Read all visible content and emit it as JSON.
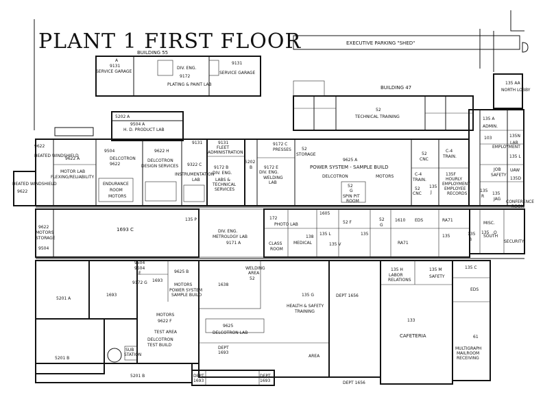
{
  "title": "PLANT 1 FIRST FLOOR",
  "labels": {
    "building55": "BUILDING 55",
    "exec_parking": "EXECUTIVE PARKING \"SHED\"",
    "building47": "BUILDING 47",
    "sg_a_num": "A",
    "sg_a_code": "9131",
    "sg_a_name": "SERVICE GARAGE",
    "div_eng_code": "DIV. ENG.",
    "div_eng_num": "9172",
    "plating": "PLATING & PAINT LAB",
    "sg_b_code": "9131",
    "sg_b_name": "SERVICE GARAGE",
    "tt_code": "52",
    "tech_training": "TECHNICAL TRAINING",
    "n35aa": "135 AA",
    "north_lobby": "NORTH LOBBY",
    "hd_code1": "5202 A",
    "hd_code2": "9504 A",
    "hd_lab": "H. D. PRODUCT LAB",
    "heated_windshield_code": "9622",
    "heated_windshield": "HEATED WINDSHIELD",
    "r9622a": "9622 A",
    "motor_lab": "MOTOR LAB",
    "flexing": "FLEXING/RELIABILITY",
    "r9504": "9504",
    "delcotron1": "DELCOTRON",
    "r9622b": "9622",
    "endurance": "ENDURANCE",
    "room": "ROOM",
    "motors1": "MOTORS",
    "r9622h": "9622 H",
    "delcotron_ds": "DELCOTRON",
    "design_services": "DESIGN SERVICES",
    "r9131": "9131",
    "r9322c": "9322 C",
    "instr_lab": "INSTRUMENTATION",
    "lab": "LAB",
    "r9131b": "9131",
    "fleet_admin": "FLEET",
    "fleet_admin2": "ADMINISTRATION",
    "r9172b": "9172 B",
    "div_eng_b": "DIV. ENG.",
    "labs_tech": "LABS &",
    "technical": "TECHNICAL",
    "services": "SERVICES",
    "r5202b": "5202",
    "r5202b2": "B",
    "r9172c": "9172 C",
    "presses": "PRESSES",
    "r9172e": "9172 E",
    "div_eng_e": "DIV. ENG.",
    "welding_lab": "WELDING",
    "welding_lab2": "LAB",
    "r52storage": "52",
    "storage": "STORAGE",
    "r9625a": "9625 A",
    "power_system": "POWER SYSTEM - SAMPLE BUILD",
    "delcotron2": "DELCOTRON",
    "motors2": "MOTORS",
    "spin_pit": "SPIN PIT",
    "spin_pit_room": "ROOM",
    "r522g": "52",
    "r522g2": "G",
    "r52cnc": "52",
    "cnc": "CNC",
    "c4train": "C-4",
    "c4train2": "TRAIN.",
    "c4train3": "C-4",
    "c4train4": "TRAIN.",
    "r52cnc2": "52",
    "cnc2": "CNC",
    "r135j": "135",
    "r135j2": "J",
    "r135f": "135F",
    "hourly": "HOURLY",
    "employment": "EMPLOYMENT",
    "emp_records": "EMPLOYEE",
    "records": "RECORDS",
    "r135a": "135 A",
    "admin": "ADMIN.",
    "r103": "103",
    "r135n": "135N",
    "lab2": "LAB",
    "employment2": "EMPLOYMENT",
    "r135l": "135 L",
    "job_safety": "JOB",
    "job_safety2": "SAFETY",
    "uaw": "UAW",
    "r135d": "135D",
    "r135r": "135",
    "r135r2": "R",
    "r135jag": "135",
    "jag": "JAG",
    "conference": "CONFERENCE",
    "conference2": "ROOM",
    "r9622c": "9622",
    "motors_storage": "MOTORS",
    "storage2": "STORAGE",
    "r9504b": "9504",
    "r1693c": "1693 C",
    "r135p": "135 P",
    "div_eng_metro": "DIV. ENG.",
    "metrology": "METROLOGY LAB",
    "r9171a": "9171 A",
    "r172": "172",
    "photo_lab": "PHOTO LAB",
    "r1605": "1605",
    "r52f": "52 F",
    "class_room": "CLASS",
    "class_room2": "ROOM",
    "medical": "MEDICAL",
    "r138": "138",
    "r135l2": "135 L",
    "r135v": "135 V",
    "r135s": "135",
    "r52g2": "52",
    "r52g3": "G",
    "r1610": "1610",
    "eds": "EDS",
    "ra71a": "RA71",
    "ra71b": "RA71",
    "r135y": "135",
    "misc": "MISC.",
    "r135b": "135",
    "r135b2": "B",
    "south_lobby": "SOUTH",
    "security": "SECURITY",
    "r135o": "135",
    "r135o2": "O",
    "r9504c": "9504",
    "r9504d": "9504",
    "re": "E",
    "r9625b": "9625 B",
    "r9172g": "9172 G",
    "r1693a": "1693",
    "motors_ps": "MOTORS",
    "power_system2": "POWER SYSTEM",
    "sample_build": "SAMPLE BUILD",
    "r5201a": "5201 A",
    "r1693b": "1693",
    "r1638": "1638",
    "welding_area": "WELDING",
    "welding_area2": "AREA",
    "r52w": "52",
    "r135g": "135 G",
    "health_safety": "HEALTH & SAFETY",
    "training": "TRAINING",
    "dept1656a": "DEPT 1656",
    "r135h": "135 H",
    "labor_rel": "LABOR",
    "relations": "RELATIONS",
    "r135m": "135 M",
    "safety": "SAFETY",
    "r135c": "135 C",
    "eds2": "EDS",
    "motors3": "MOTORS",
    "r9622f": "9622 F",
    "test_area": "TEST AREA",
    "delcotron_tb": "DELCOTRON",
    "test_build": "TEST BUILD",
    "r9625": "9625",
    "delcotron_lab": "DELCOTRON LAB",
    "dept1693a": "DEPT",
    "dept1693a2": "1693",
    "dept1693c": "DEPT",
    "dept1693c2": "1693",
    "dept1693d": "DEPT",
    "dept1693d2": "1693",
    "area": "AREA",
    "r133": "133",
    "cafeteria": "CAFETERIA",
    "r61": "61",
    "multigraph": "MULTIGRAPH",
    "mailroom": "MAILROOM",
    "receiving": "RECEIVING",
    "r5201b": "5201 B",
    "r5201b2": "5201 B",
    "dept1656b": "DEPT 1656",
    "sub": "SUB",
    "station": "STATION"
  }
}
